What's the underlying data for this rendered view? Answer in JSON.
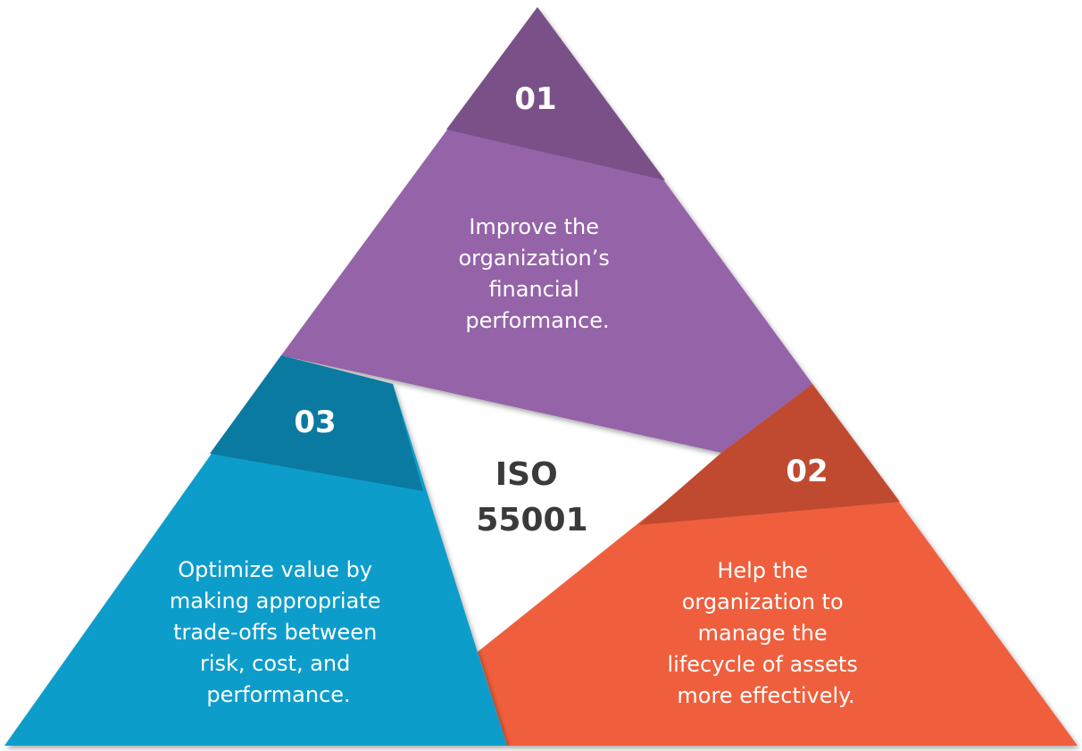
{
  "center": {
    "line1": "ISO",
    "line2": "55001"
  },
  "segments": [
    {
      "number": "01",
      "lines": [
        "Improve the",
        "organization’s",
        "financial",
        "performance."
      ],
      "color_dark": "#7a5088",
      "color_main": "#9563a8"
    },
    {
      "number": "02",
      "lines": [
        "Help the",
        "organization to",
        "manage the",
        "lifecycle of assets",
        "more effectively."
      ],
      "color_dark": "#c04a30",
      "color_main": "#ef5f3c"
    },
    {
      "number": "03",
      "lines": [
        "Optimize value by",
        "making appropriate",
        "trade-offs between",
        "risk, cost, and",
        "performance."
      ],
      "color_dark": "#0b7aa0",
      "color_main": "#0a9dcb"
    }
  ]
}
